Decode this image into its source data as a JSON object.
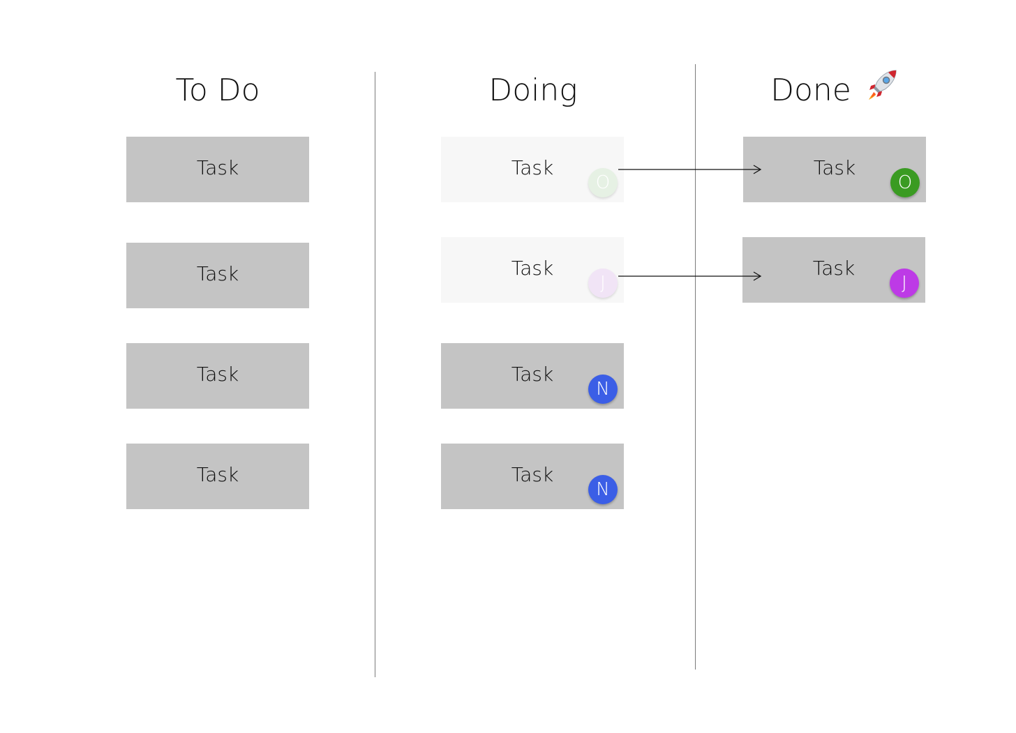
{
  "columns": [
    {
      "title": "To Do",
      "cards": [
        {
          "label": "Task"
        },
        {
          "label": "Task"
        },
        {
          "label": "Task"
        },
        {
          "label": "Task"
        }
      ]
    },
    {
      "title": "Doing",
      "cards": [
        {
          "label": "Task",
          "assignee": "O",
          "avatar_color": "#e6f1e4",
          "ghost": true
        },
        {
          "label": "Task",
          "assignee": "J",
          "avatar_color": "#f1e4f6",
          "ghost": true
        },
        {
          "label": "Task",
          "assignee": "N",
          "avatar_color": "#3b5ee6"
        },
        {
          "label": "Task",
          "assignee": "N",
          "avatar_color": "#3b5ee6"
        }
      ]
    },
    {
      "title": "Done",
      "title_icon": "rocket-icon",
      "cards": [
        {
          "label": "Task",
          "assignee": "O",
          "avatar_color": "#3a9b22"
        },
        {
          "label": "Task",
          "assignee": "J",
          "avatar_color": "#bd3ae6"
        }
      ]
    }
  ],
  "colors": {
    "card": "#c4c4c4",
    "ghost_card": "#f7f7f7",
    "divider": "#7a7a7a",
    "text": "#111111"
  }
}
